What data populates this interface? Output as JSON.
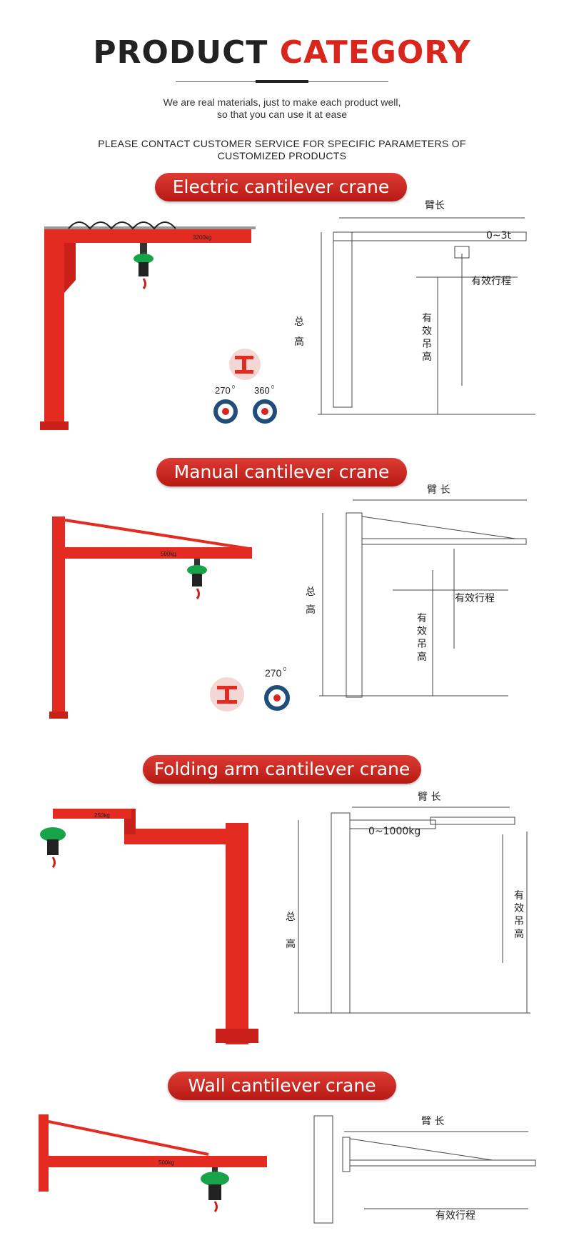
{
  "header": {
    "title_part1": "PRODUCT",
    "title_part2": "CATEGORY",
    "subtitle_line1": "We are real materials, just to make each product well,",
    "subtitle_line2": "so that you can use it at ease",
    "notice_line1": "PLEASE CONTACT CUSTOMER SERVICE FOR SPECIFIC PARAMETERS OF",
    "notice_line2": "CUSTOMIZED PRODUCTS"
  },
  "colors": {
    "accent": "#d9261c",
    "crane_red": "#e32b22",
    "hoist_green": "#16a34a"
  },
  "sections": [
    {
      "title": "Electric cantilever crane",
      "capacity_label": "3200kg",
      "rotations": [
        "270",
        "360"
      ],
      "rotation_unit": "0",
      "diagram": {
        "arm_length": "臂长",
        "load": "0~3t",
        "travel": "有效行程",
        "lift_height": [
          "有",
          "效",
          "吊",
          "高"
        ],
        "total_height": [
          "总",
          "高"
        ]
      }
    },
    {
      "title": "Manual cantilever crane",
      "capacity_label": "500kg",
      "rotations": [
        "270"
      ],
      "rotation_unit": "0",
      "diagram": {
        "arm_length": "臂 长",
        "travel": "有效行程",
        "lift_height": [
          "有",
          "效",
          "吊",
          "高"
        ],
        "total_height": [
          "总",
          "高"
        ]
      }
    },
    {
      "title": "Folding arm cantilever crane",
      "capacity_label": "250kg",
      "diagram": {
        "arm_length": "臂 长",
        "load": "0~1000kg",
        "lift_height": [
          "有",
          "效",
          "吊",
          "高"
        ],
        "total_height": [
          "总",
          "高"
        ]
      }
    },
    {
      "title": "Wall cantilever crane",
      "capacity_label": "500kg",
      "diagram": {
        "arm_length": "臂 长",
        "travel": "有效行程"
      }
    }
  ]
}
